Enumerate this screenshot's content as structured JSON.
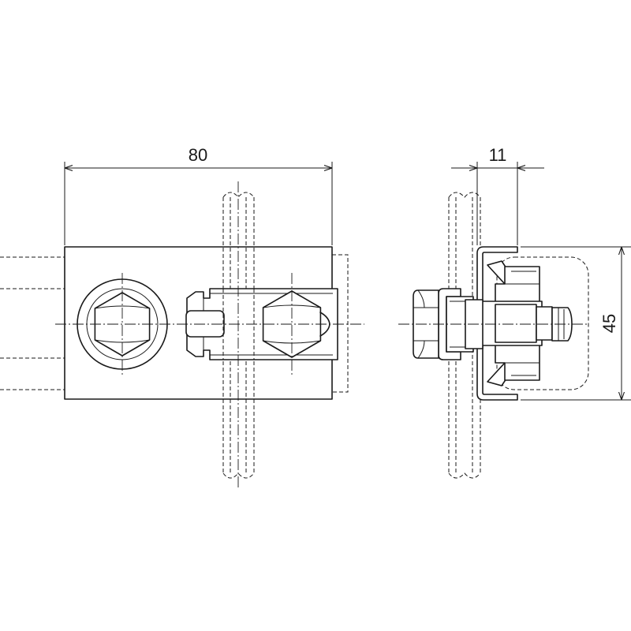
{
  "dimensions": {
    "width_label": "80",
    "depth_label": "11",
    "height_label": "45"
  }
}
